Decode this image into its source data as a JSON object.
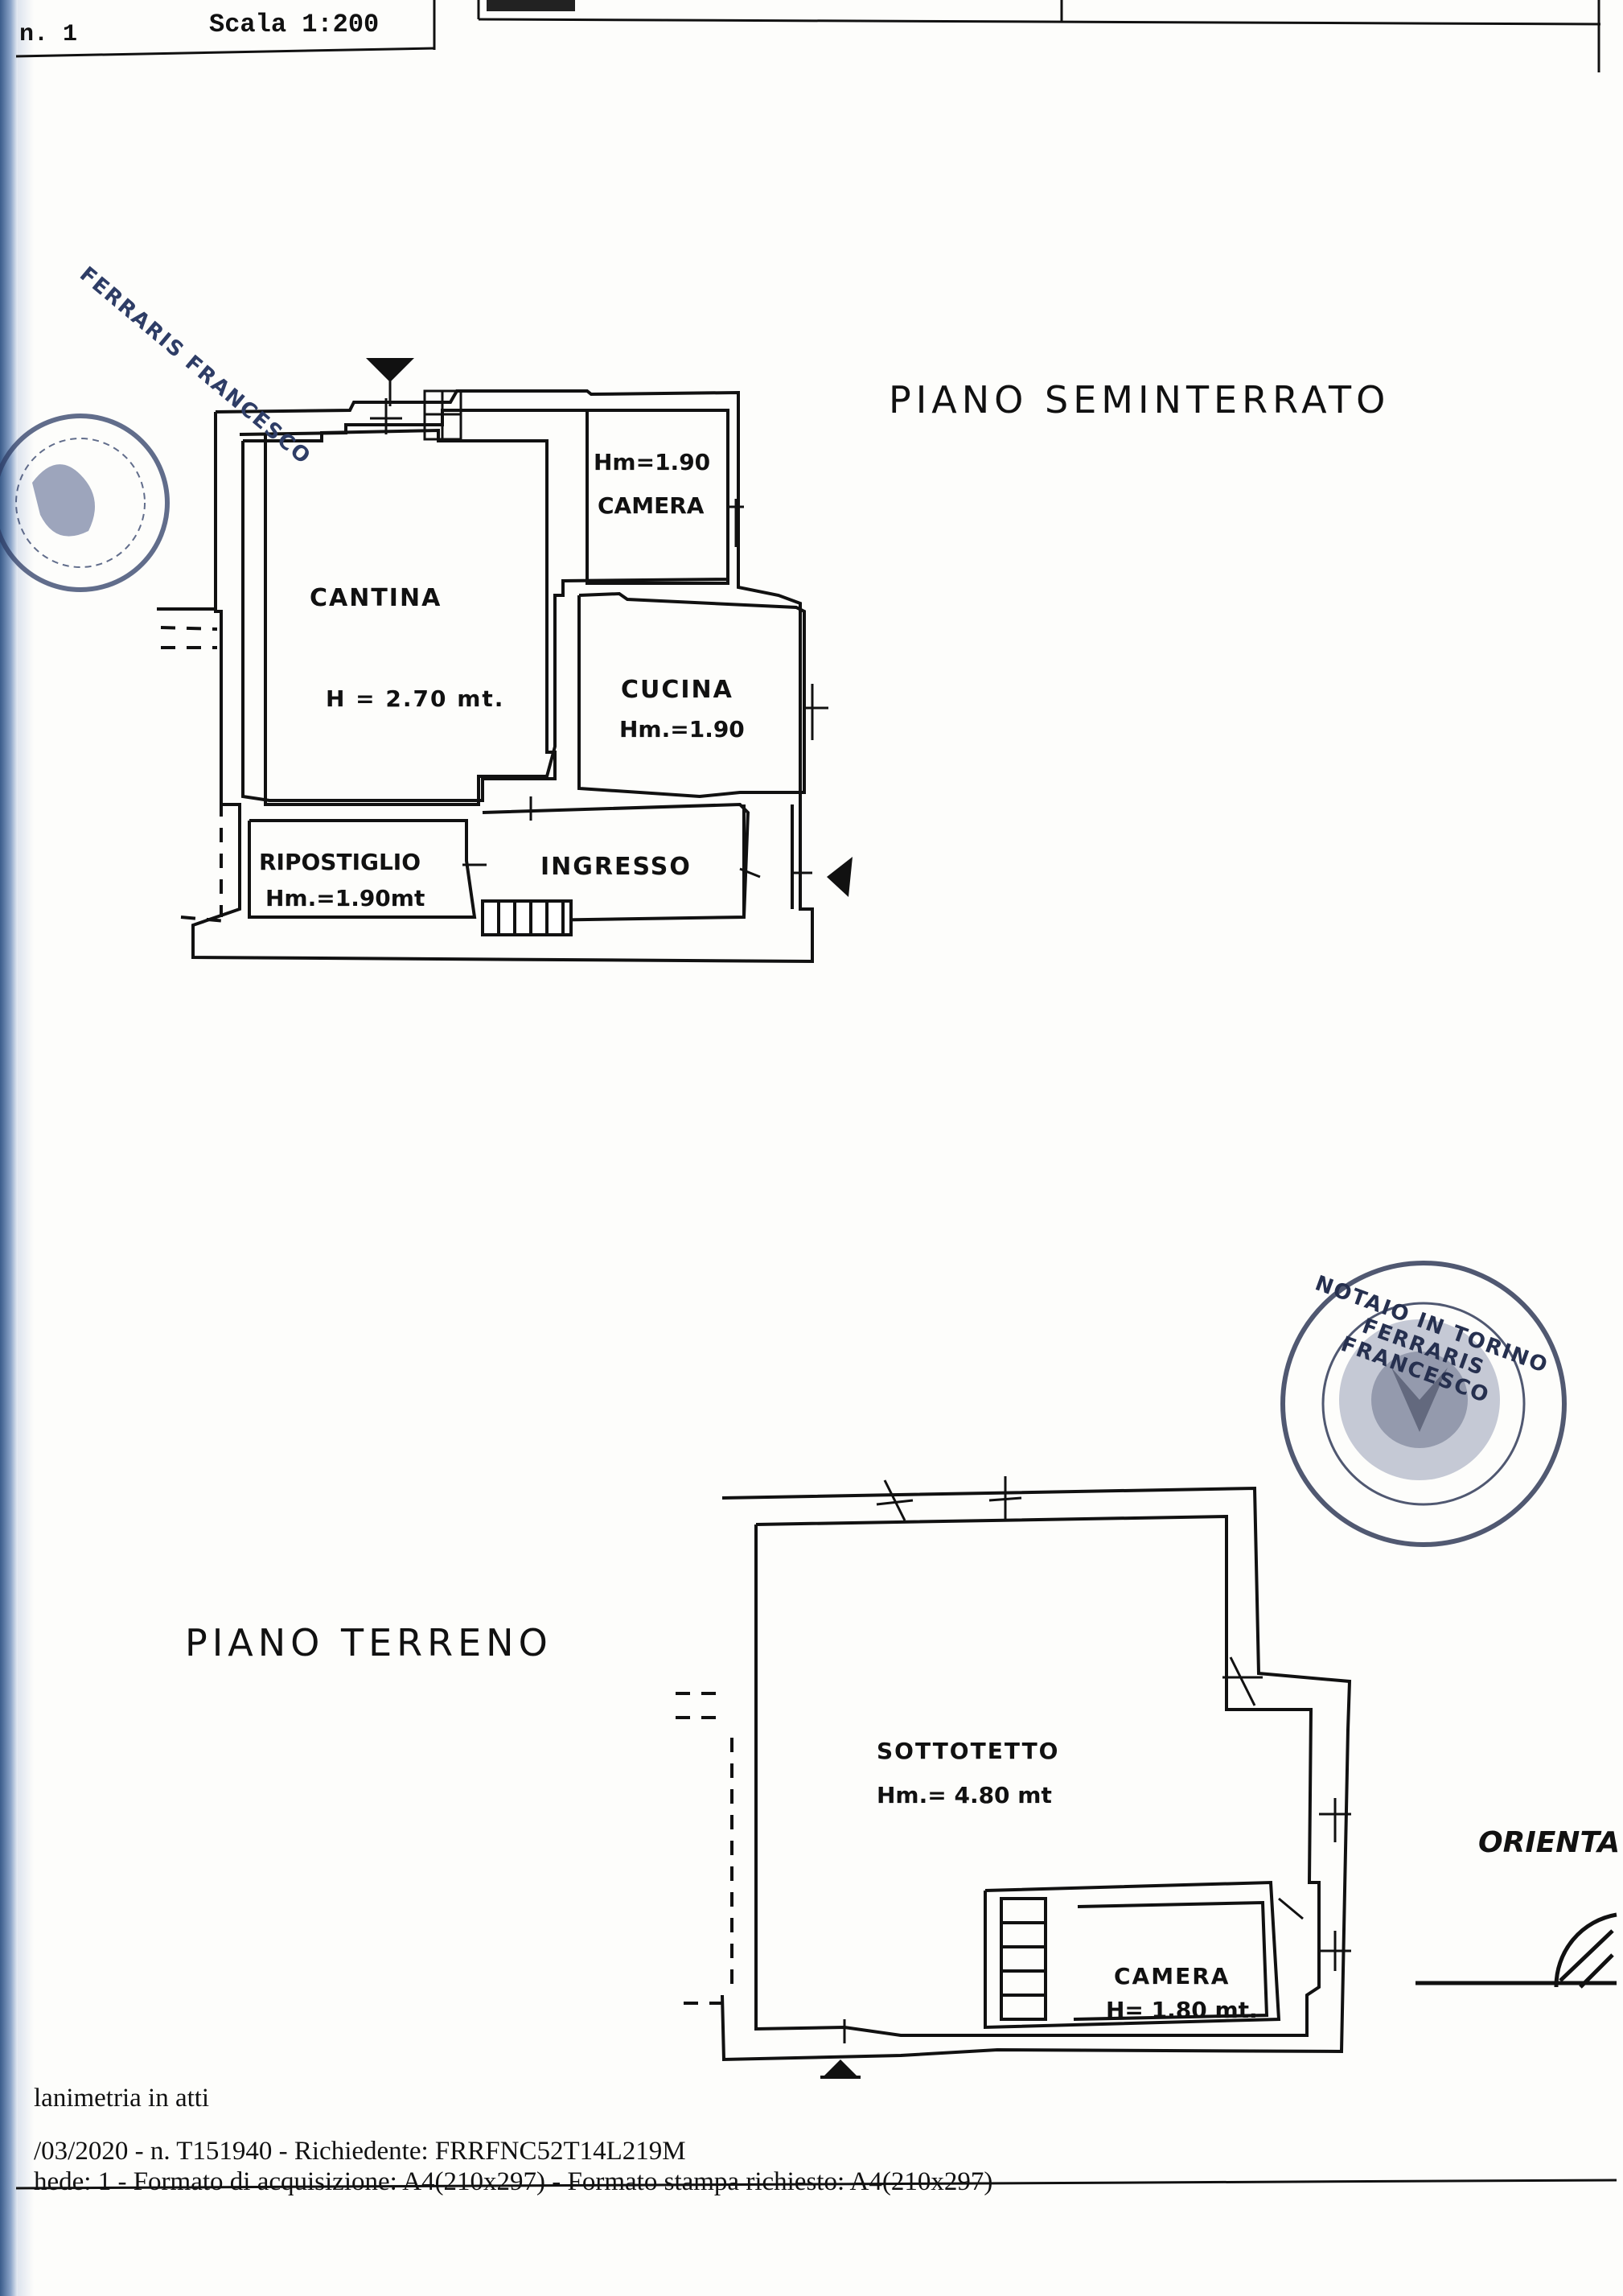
{
  "header": {
    "sheet_no": "n. 1",
    "scale": "Scala 1:200"
  },
  "floors": {
    "semi": {
      "title": "PIANO SEMINTERRATO",
      "rooms": {
        "cantina_name": "CANTINA",
        "cantina_h": "H = 2.70 mt.",
        "camera_h": "Hm=1.90",
        "camera_name": "CAMERA",
        "cucina_name": "CUCINA",
        "cucina_h": "Hm.=1.90",
        "ripostiglio_name": "RIPOSTIGLIO",
        "ripostiglio_h": "Hm.=1.90mt",
        "ingresso_name": "INGRESSO"
      }
    },
    "terreno": {
      "title": "PIANO TERRENO",
      "rooms": {
        "sottotetto_name": "SOTTOTETTO",
        "sottotetto_h": "Hm.= 4.80 mt",
        "camera_name": "CAMERA",
        "camera_h": "H= 1.80 mt."
      }
    }
  },
  "orientation_label": "ORIENTA",
  "stamps": {
    "seal_top": "FERRARIS FRANCESCO",
    "seal_bottom": "NOTAIO IN TORINO FERRARIS FRANCESCO"
  },
  "footer": {
    "line1": "lanimetria in atti",
    "line2": "/03/2020 - n. T151940 - Richiedente: FRRFNC52T14L219M",
    "line3": "hede: 1 - Formato di acquisizione: A4(210x297)  - Formato stampa richiesto: A4(210x297)"
  }
}
